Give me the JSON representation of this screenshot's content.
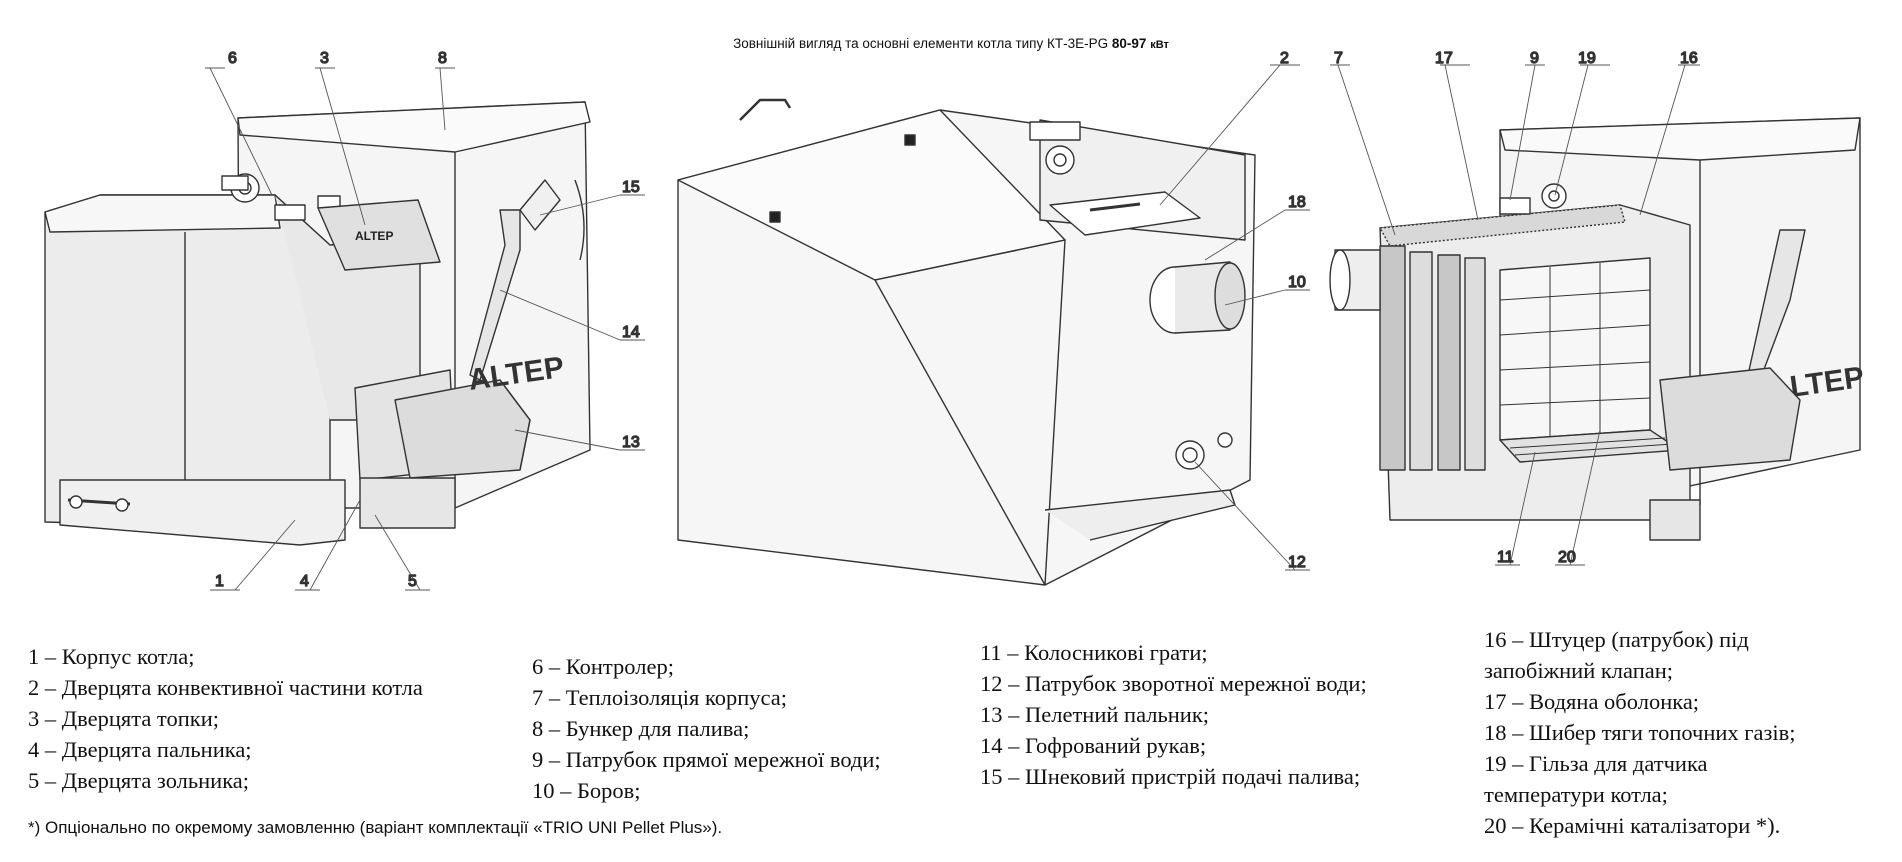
{
  "title": {
    "text": "Зовнішній вигляд та основні елементи котла типу КТ-3Е-PG",
    "power": "80-97",
    "unit": "кВт"
  },
  "brand": "ALTEP",
  "callouts": [
    "1",
    "2",
    "3",
    "4",
    "5",
    "6",
    "7",
    "8",
    "9",
    "10",
    "11",
    "12",
    "13",
    "14",
    "15",
    "16",
    "17",
    "18",
    "19",
    "20"
  ],
  "legend": {
    "col1": [
      "1 – Корпус котла;",
      "2 – Дверцята конвективної частини котла",
      "3 – Дверцята топки;",
      "4 – Дверцята пальника;",
      "5 – Дверцята зольника;"
    ],
    "col2": [
      "6 – Контролер;",
      "7 – Теплоізоляція корпуса;",
      "8 – Бункер для палива;",
      "9 – Патрубок прямої мережної води;",
      "10 – Боров;"
    ],
    "col3": [
      "11 – Колосникові грати;",
      "12 – Патрубок зворотної мережної води;",
      "13 – Пелетний пальник;",
      "14 – Гофрований рукав;",
      "15 – Шнековий пристрій подачі палива;"
    ],
    "col4": [
      "16 – Штуцер (патрубок) під",
      "запобіжний клапан;",
      "17 – Водяна оболонка;",
      "18 – Шибер тяги топочних газів;",
      "19 – Гільза для датчика",
      "температури котла;",
      "20 – Керамічні каталізатори *)."
    ]
  },
  "footnote": "*) Опціонально по окремому замовленню (варіант комплектації «TRIO UNI Pellet Plus»)."
}
